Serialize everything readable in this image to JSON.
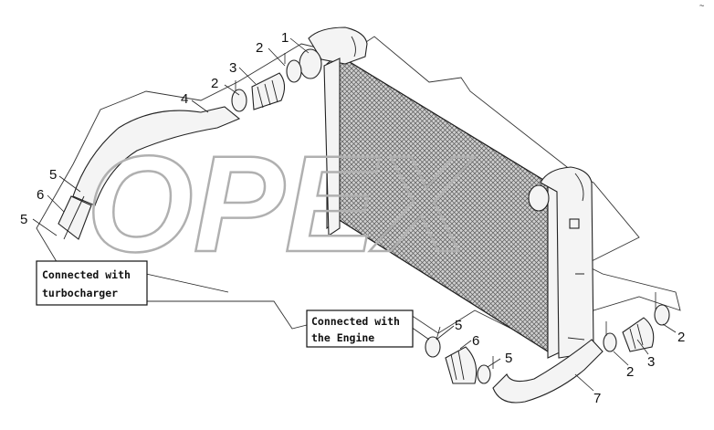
{
  "watermark": "OPEX",
  "corner_mark": "~",
  "notes": {
    "turbo": {
      "line1": "Connected with",
      "line2": "turbocharger"
    },
    "engine": {
      "line1": "Connected with",
      "line2": "the Engine"
    }
  },
  "callouts": [
    {
      "id": "c1",
      "label": "1"
    },
    {
      "id": "c2a",
      "label": "2"
    },
    {
      "id": "c3a",
      "label": "3"
    },
    {
      "id": "c2b",
      "label": "2"
    },
    {
      "id": "c4",
      "label": "4"
    },
    {
      "id": "c5a",
      "label": "5"
    },
    {
      "id": "c6a",
      "label": "6"
    },
    {
      "id": "c5b",
      "label": "5"
    },
    {
      "id": "c5c",
      "label": "5"
    },
    {
      "id": "c6b",
      "label": "6"
    },
    {
      "id": "c5d",
      "label": "5"
    },
    {
      "id": "c2c",
      "label": "2"
    },
    {
      "id": "c3b",
      "label": "3"
    },
    {
      "id": "c2d",
      "label": "2"
    },
    {
      "id": "c7",
      "label": "7"
    }
  ]
}
